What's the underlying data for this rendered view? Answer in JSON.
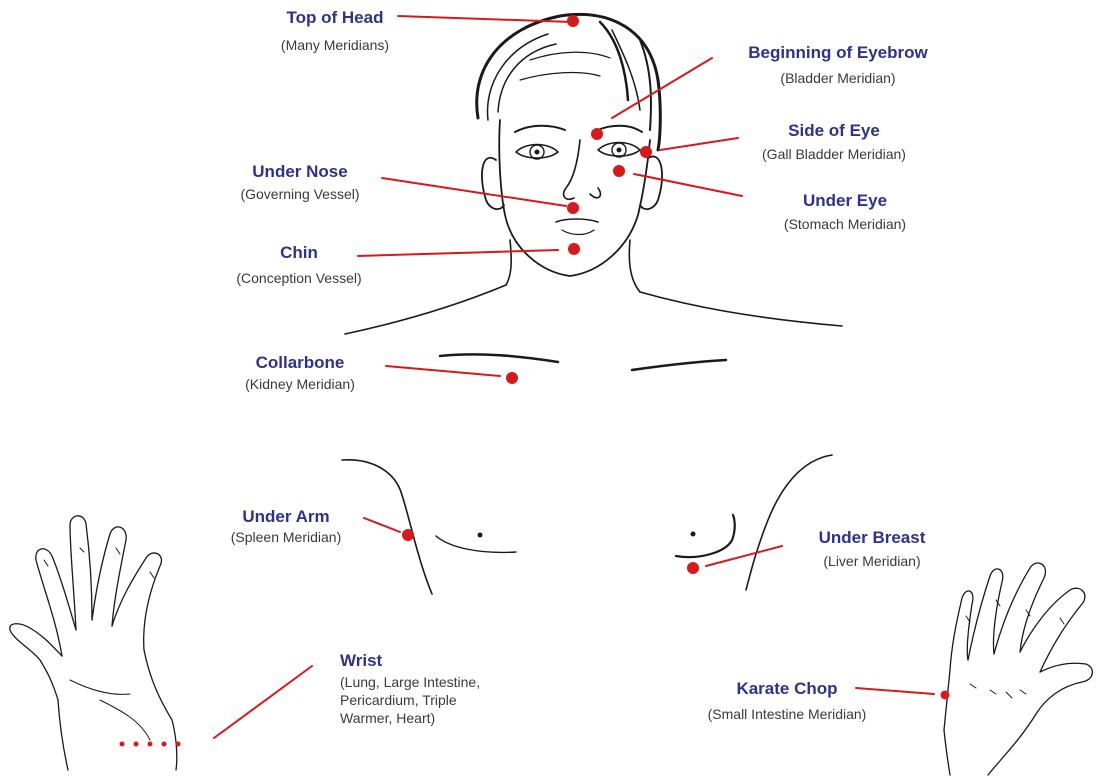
{
  "accent_color": "#2e3192",
  "point_color": "#d7191c",
  "points": [
    {
      "id": "top-of-head",
      "title": "Top of Head",
      "meridian": "(Many Meridians)"
    },
    {
      "id": "beginning-of-eyebrow",
      "title": "Beginning of Eyebrow",
      "meridian": "(Bladder Meridian)"
    },
    {
      "id": "side-of-eye",
      "title": "Side of Eye",
      "meridian": "(Gall Bladder Meridian)"
    },
    {
      "id": "under-eye",
      "title": "Under Eye",
      "meridian": "(Stomach Meridian)"
    },
    {
      "id": "under-nose",
      "title": "Under Nose",
      "meridian": "(Governing Vessel)"
    },
    {
      "id": "chin",
      "title": "Chin",
      "meridian": "(Conception Vessel)"
    },
    {
      "id": "collarbone",
      "title": "Collarbone",
      "meridian": "(Kidney Meridian)"
    },
    {
      "id": "under-arm",
      "title": "Under Arm",
      "meridian": "(Spleen Meridian)"
    },
    {
      "id": "under-breast",
      "title": "Under Breast",
      "meridian": "(Liver Meridian)"
    },
    {
      "id": "wrist",
      "title": "Wrist",
      "meridian_lines": [
        "(Lung, Large Intestine,",
        "Pericardium, Triple",
        "Warmer, Heart)"
      ]
    },
    {
      "id": "karate-chop",
      "title": "Karate Chop",
      "meridian": "(Small Intestine Meridian)"
    }
  ]
}
